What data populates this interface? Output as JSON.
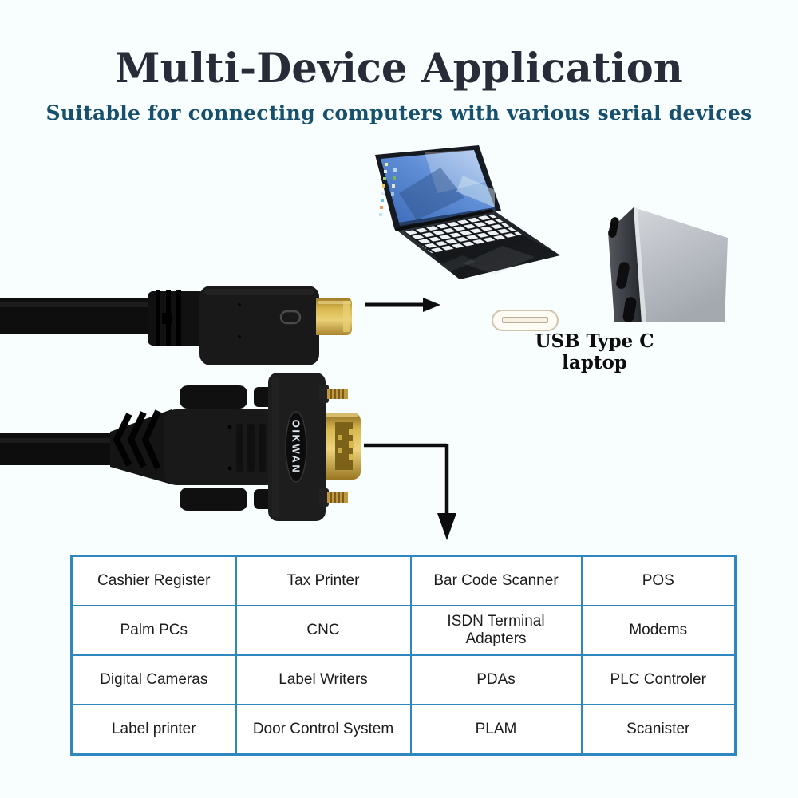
{
  "header": {
    "title": "Multi-Device Application",
    "subtitle": "Suitable for connecting computers with various serial devices"
  },
  "labels": {
    "usb_caption": "USB Type C laptop",
    "connector_brand": "OIKWAN"
  },
  "colors": {
    "background": "#f8fdfe",
    "title_text": "#272c38",
    "subtitle_text": "#16506c",
    "table_border": "#2f87c0",
    "cable_black": "#141414",
    "connector_gold": "#d4af45"
  },
  "table": {
    "rows": [
      [
        "Cashier Register",
        "Tax Printer",
        "Bar Code Scanner",
        "POS"
      ],
      [
        "Palm PCs",
        "CNC",
        "ISDN Terminal Adapters",
        "Modems"
      ],
      [
        "Digital Cameras",
        "Label Writers",
        "PDAs",
        "PLC Controler"
      ],
      [
        "Label printer",
        "Door Control System",
        "PLAM",
        "Scanister"
      ]
    ]
  }
}
